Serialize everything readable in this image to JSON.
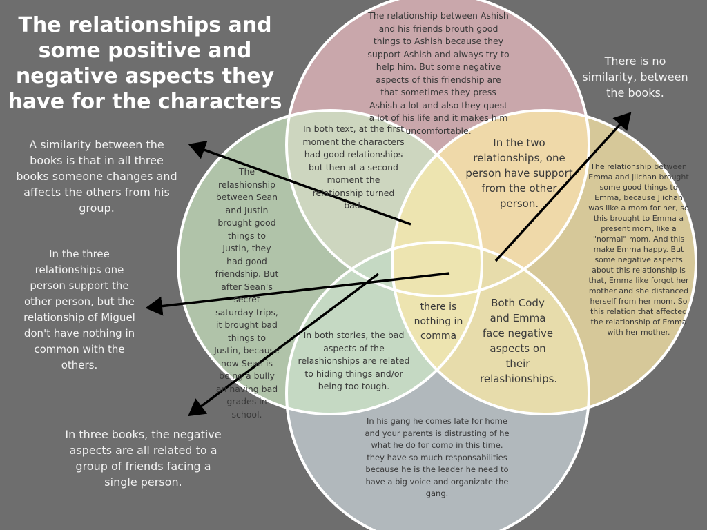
{
  "title": "The relationships and some positive and negative aspects they have for the characters",
  "colors": {
    "background": "#6e6e6e",
    "top_circle": "#c9a7ab",
    "left_circle": "#b0c3a9",
    "right_circle": "#d6c899",
    "bottom_circle": "#b1b8bc",
    "top_left": "#cdd6bf",
    "top_right": "#efd9a9",
    "left_bottom": "#c5d9c3",
    "right_bottom": "#e7dcab",
    "center": "#ede4b0"
  },
  "circles": {
    "top": "The relationship between Ashish and his friends brouth good things to Ashish because they support Ashish and always try to help him. But some negative aspects of this friendship are that sometimes they press Ashish a lot and also they quest a lot of his life and it makes him uncomfortable.",
    "left": "The relashionship between  Sean and Justin brought good things to Justin, they had  good friendship. But after Sean's secret saturday trips, it brought bad things to Justin, because now Sean is being a bully an having bad grades in school.",
    "right": "The relationship between Emma and jiichan brought some good things to Emma, because Jiichan was like a mom for her, so this brought to Emma a present mom, like a \"normal\" mom. And this make Emma happy. But some negative aspects about this relationship is that, Emma like forgot her mother and she distanced herself from her mom. So this relation that affected the relationship of Emma with her mother.",
    "bottom": "In his gang he comes late for home and your parents is distrusting of  he what he do for como in this time. they have so much responsabilities because he is the leader  he need to have a big voice and organizate the gang."
  },
  "overlaps": {
    "top_left": "In both text, at the first moment the characters had good relationships but then at a second moment the relationship turned bad.",
    "top_right": "In the two relationships, one person have support from the other person.",
    "left_bottom": "In both stories, the bad aspects of the relashionships are related to hiding things and/or being too tough.",
    "right_bottom": "Both Cody and Emma face negative aspects on their relashionships.",
    "center": "there is nothing in comma"
  },
  "notes": {
    "similarity": "A similarity between the books is that in all three books someone changes and affects the others from his group.",
    "no_similarity": "There is no similarity, between the books.",
    "three_relationships": "In the three relationships one person support the other person, but the relationship of Miguel don't have nothing in common with the others.",
    "negative_aspects": "In three books, the negative aspects are all related to a group of friends facing a single person."
  }
}
